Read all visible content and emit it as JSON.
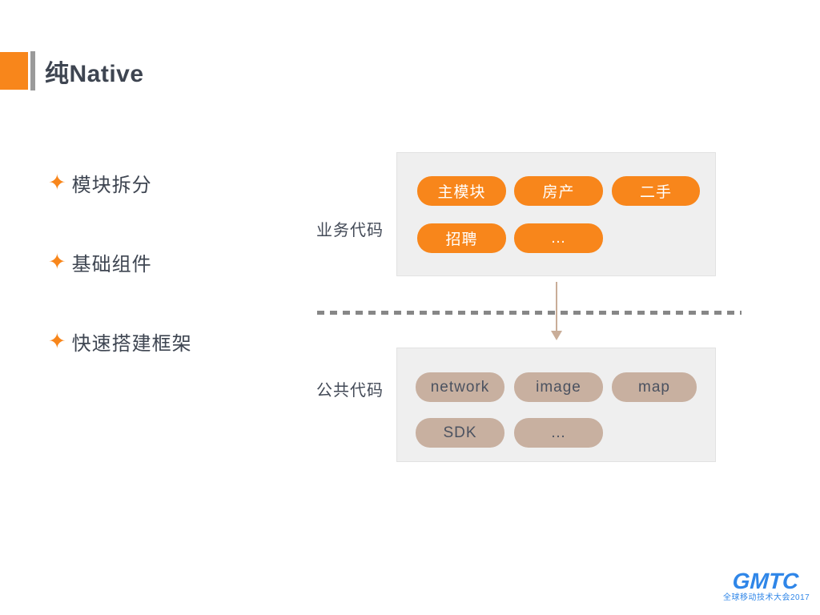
{
  "title": "纯Native",
  "bullets": [
    "模块拆分",
    "基础组件",
    "快速搭建框架"
  ],
  "diagram": {
    "business": {
      "label": "业务代码",
      "modules": [
        "主模块",
        "房产",
        "二手",
        "招聘",
        "…"
      ]
    },
    "common": {
      "label": "公共代码",
      "modules": [
        "network",
        "image",
        "map",
        "SDK",
        "…"
      ]
    }
  },
  "logo": {
    "text": "GMTC",
    "subtitle": "全球移动技术大会2017"
  },
  "icons": {
    "bullet": "star-icon",
    "arrow": "arrow-down-icon"
  },
  "colors": {
    "accent_orange": "#F8861B",
    "module_tan": "#C8B0A0",
    "layer_box_bg": "#EFEFEF",
    "text_dark": "#3E4551",
    "arrow_tan": "#C9AD98",
    "divider_gray": "#878787",
    "logo_blue": "#2F86E8"
  }
}
